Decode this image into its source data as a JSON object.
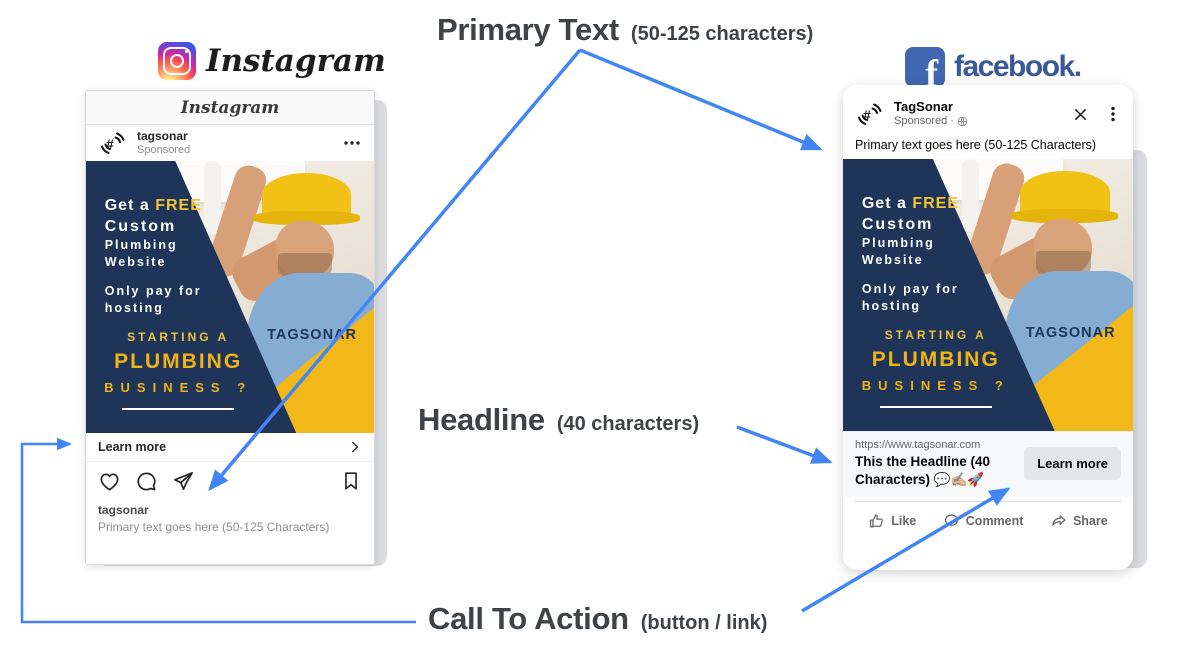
{
  "colors": {
    "arrow": "#4285f4",
    "navy": "#1e3459",
    "yellow": "#f2b718",
    "fb_blue": "#3b5998"
  },
  "annotations": {
    "primary_text": {
      "title": "Primary Text",
      "subtitle": "(50-125 characters)"
    },
    "headline": {
      "title": "Headline",
      "subtitle": "(40 characters)"
    },
    "cta": {
      "title": "Call To Action",
      "subtitle": "(button / link)"
    }
  },
  "instagram": {
    "brand_wordmark": "Instagram",
    "card_header": "Instagram",
    "profile": {
      "username": "tagsonar",
      "sponsored": "Sponsored"
    },
    "cta_row": {
      "label": "Learn more"
    },
    "caption": {
      "username": "tagsonar",
      "primary_text": "Primary text goes here (50-125 Characters)"
    }
  },
  "facebook": {
    "brand_wordmark": "facebook.",
    "profile": {
      "name": "TagSonar",
      "sponsored": "Sponsored · "
    },
    "primary_text": "Primary text goes here (50-125 Characters)",
    "footer": {
      "url": "https://www.tagsonar.com",
      "headline": "This the Headline (40 Characters) 💬✍🏼🚀",
      "cta_button": "Learn more"
    },
    "actions": [
      {
        "label": "Like"
      },
      {
        "label": "Comment"
      },
      {
        "label": "Share"
      }
    ]
  },
  "ad_creative": {
    "offer_prefix": "Get a ",
    "offer_highlight": "FREE",
    "offer_line2": "Custom",
    "offer_line3": "Plumbing",
    "offer_line4": "Website",
    "sub_line1": "Only pay for",
    "sub_line2": "hosting",
    "tagline_small": "STARTING A",
    "tagline_big": "PLUMBING",
    "tagline_bottom": "BUSINESS ?",
    "brand": "TAGSONAR"
  }
}
